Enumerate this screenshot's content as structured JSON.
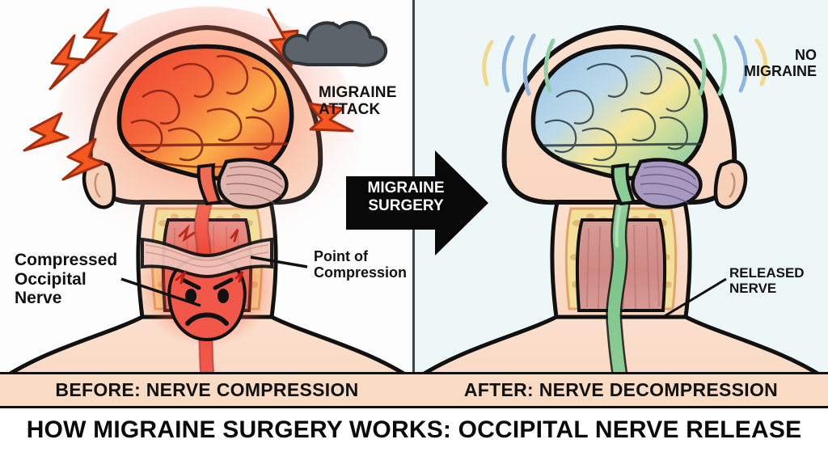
{
  "figure": {
    "title": "HOW MIGRAINE SURGERY WORKS: OCCIPITAL NERVE RELEASE"
  },
  "panels": {
    "left": {
      "caption": "BEFORE: NERVE COMPRESSION",
      "background_color": "#fdfdfd",
      "labels": {
        "migraine_attack": "MIGRAINE\nATTACK",
        "compressed_nerve": "Compressed\nOccipital\nNerve",
        "point_of_compression": "Point of\nCompression"
      },
      "anatomy": {
        "brain_color_start": "#f4553f",
        "brain_color_end": "#fcc košice",
        "pain_glow_color": "#f2503c",
        "nerve_color": "#ef4a3a",
        "lightning_color": "#f4571f",
        "cloud_color": "#5c6369",
        "skin_color": "#fbdfcb",
        "fat_color": "#f2e09a",
        "muscle_color": "#e08b85"
      }
    },
    "right": {
      "caption": "AFTER: NERVE DECOMPRESSION",
      "background_color": "#eef7f8",
      "labels": {
        "no_migraine": "NO\nMIGRAINE",
        "released_nerve": "RELEASED\nNERVE"
      },
      "anatomy": {
        "brain_color_start": "#9dc6e8",
        "brain_color_mid": "#f7e79a",
        "brain_color_end": "#9ed5a8",
        "cerebellum_color": "#a899c0",
        "nerve_color": "#82c98b",
        "calm_wave_colors": [
          "#8fb4dd",
          "#f2d98a",
          "#8fcfa6"
        ],
        "skin_color": "#fbdfcb",
        "fat_color": "#f2e09a",
        "muscle_color": "#d79a94"
      }
    }
  },
  "arrow": {
    "label": "MIGRAINE\nSURGERY",
    "color": "#090909",
    "text_color": "#ffffff",
    "direction": "right"
  },
  "caption_band": {
    "background_color": "#fadcc5",
    "border_color": "#111111"
  }
}
